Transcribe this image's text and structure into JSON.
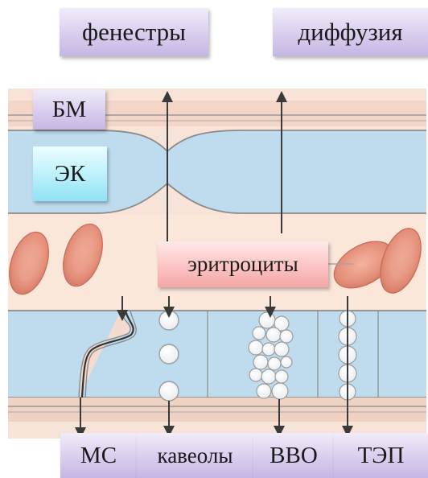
{
  "labels": {
    "fenestry": "фенестры",
    "diffusion": "диффузия",
    "bm": "БМ",
    "ek": "ЭК",
    "erythrocytes": "эритроциты",
    "ms": "МС",
    "caveolae": "кавеолы",
    "vvo": "ВВО",
    "tep": "ТЭП"
  },
  "colors": {
    "endothelium": "#bfdcef",
    "lumen_tissue": "#f7ddd1",
    "erythrocyte": "#e48f7a",
    "membrane_line": "#8b8a88",
    "arrow": "#3a3a3a",
    "label_lavender": "#d9cdee",
    "label_cyan": "#b9f0fb",
    "label_pink": "#fbc0c0"
  }
}
